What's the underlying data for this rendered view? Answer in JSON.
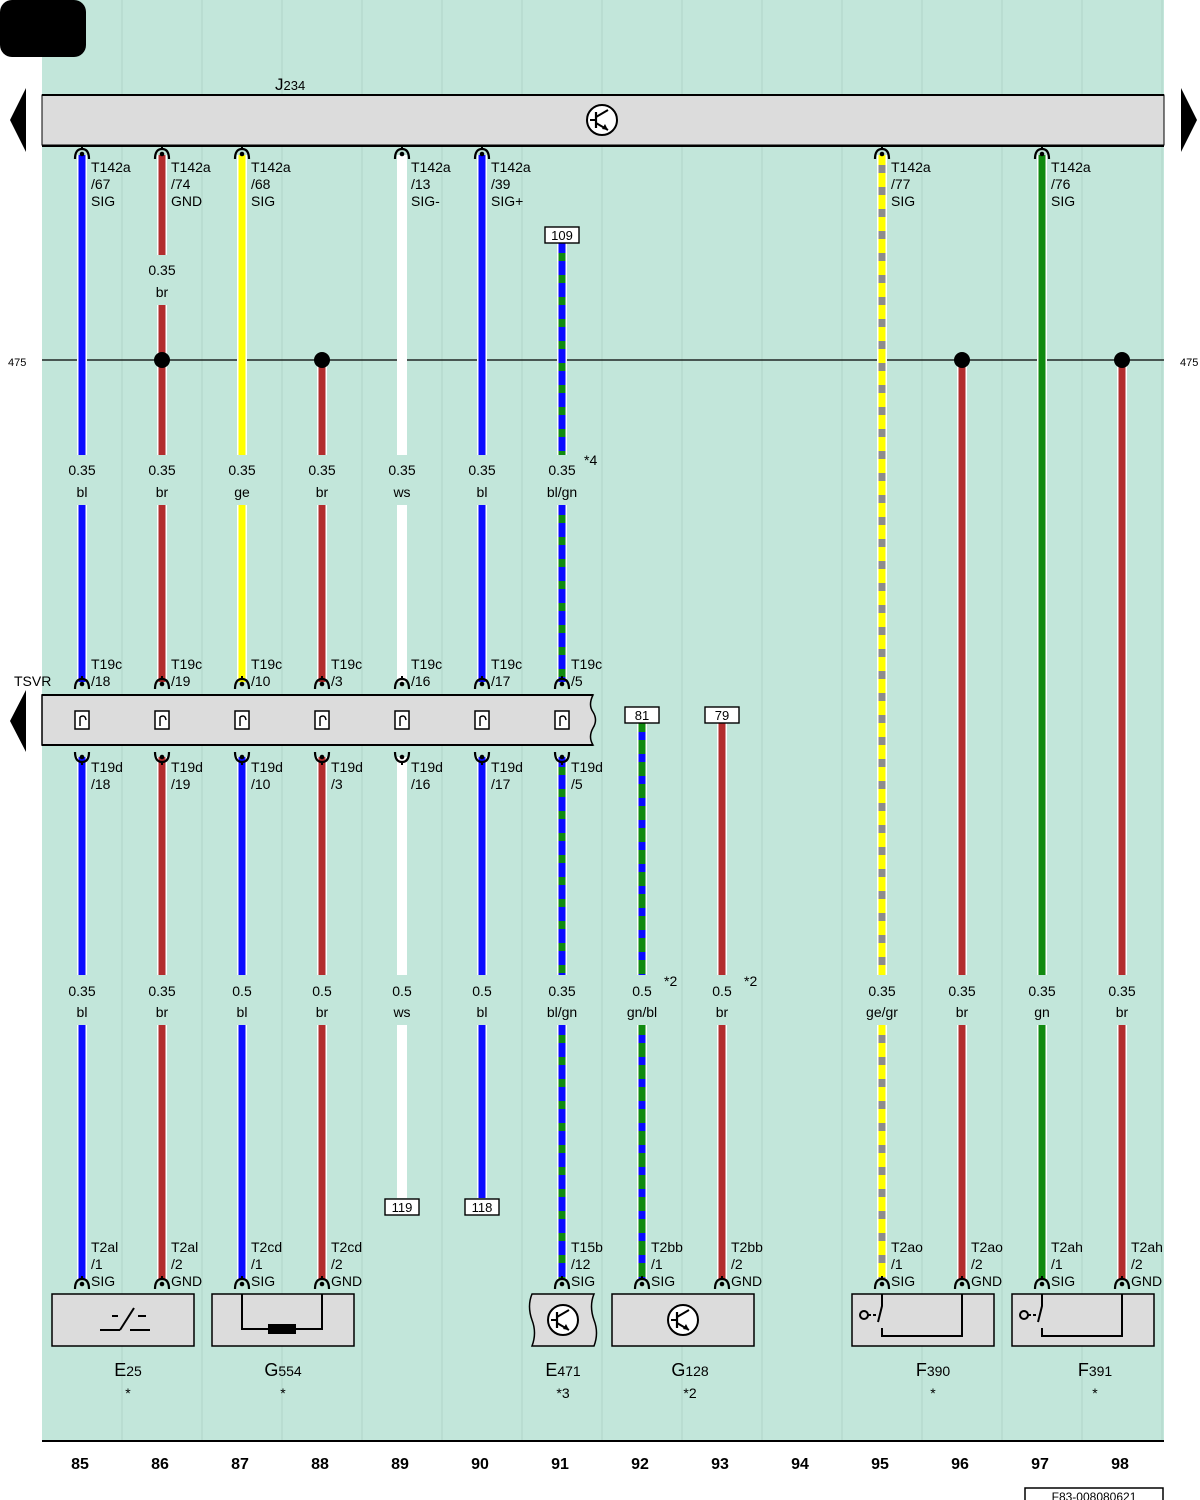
{
  "page_tag": "",
  "doc_number": "F83-008080621",
  "colors": {
    "background": "#c2e6da",
    "module_fill": "#dcdcdc",
    "bl": "#0b0bff",
    "br": "#b22d2d",
    "ge": "#ffff00",
    "ws": "#ffffff",
    "gn": "#0f8a0f",
    "gr": "#8c8c8c"
  },
  "modules": {
    "top": {
      "label_main": "J",
      "label_sub": "234",
      "icon": "transistor-icon"
    },
    "tsvr": {
      "label": "TSVR"
    }
  },
  "level_marker": {
    "left": "475",
    "right": "475"
  },
  "columns": [
    "85",
    "86",
    "87",
    "88",
    "89",
    "90",
    "91",
    "92",
    "93",
    "94",
    "95",
    "96",
    "97",
    "98"
  ],
  "refs": {
    "r109": "109",
    "r81": "81",
    "r79": "79",
    "r119": "119",
    "r118": "118"
  },
  "notes": {
    "n4": "*4",
    "n2a": "*2",
    "n2b": "*2"
  },
  "wires": [
    {
      "column": "85",
      "colors": [
        "bl"
      ],
      "top_pin": [
        "T142a",
        "/67",
        "SIG"
      ],
      "mid_spec": [
        "0.35",
        "bl"
      ],
      "tsvr_top": [
        "T19c",
        "/18"
      ],
      "tsvr_bot": [
        "T19d",
        "/18"
      ],
      "low_spec": [
        "0.35",
        "bl"
      ],
      "bottom_pin": [
        "T2al",
        "/1",
        "SIG"
      ]
    },
    {
      "column": "86",
      "colors": [
        "br"
      ],
      "top_pin": [
        "T142a",
        "/74",
        "GND"
      ],
      "upper_spec": [
        "0.35",
        "br"
      ],
      "mid_spec": [
        "0.35",
        "br"
      ],
      "tsvr_top": [
        "T19c",
        "/19"
      ],
      "tsvr_bot": [
        "T19d",
        "/19"
      ],
      "low_spec": [
        "0.35",
        "br"
      ],
      "bottom_pin": [
        "T2al",
        "/2",
        "GND"
      ]
    },
    {
      "column": "87",
      "colors": [
        "ge",
        "bl"
      ],
      "top_pin": [
        "T142a",
        "/68",
        "SIG"
      ],
      "mid_spec": [
        "0.35",
        "ge"
      ],
      "tsvr_top": [
        "T19c",
        "/10"
      ],
      "tsvr_bot": [
        "T19d",
        "/10"
      ],
      "low_spec": [
        "0.5",
        "bl"
      ],
      "bottom_pin": [
        "T2cd",
        "/1",
        "SIG"
      ]
    },
    {
      "column": "88",
      "colors": [
        "br"
      ],
      "mid_spec": [
        "0.35",
        "br"
      ],
      "tsvr_top": [
        "T19c",
        "/3"
      ],
      "tsvr_bot": [
        "T19d",
        "/3"
      ],
      "low_spec": [
        "0.5",
        "br"
      ],
      "bottom_pin": [
        "T2cd",
        "/2",
        "GND"
      ]
    },
    {
      "column": "89",
      "colors": [
        "ws"
      ],
      "top_pin": [
        "T142a",
        "/13",
        "SIG-"
      ],
      "mid_spec": [
        "0.35",
        "ws"
      ],
      "tsvr_top": [
        "T19c",
        "/16"
      ],
      "tsvr_bot": [
        "T19d",
        "/16"
      ],
      "low_spec": [
        "0.5",
        "ws"
      ]
    },
    {
      "column": "90",
      "colors": [
        "bl"
      ],
      "top_pin": [
        "T142a",
        "/39",
        "SIG+"
      ],
      "mid_spec": [
        "0.35",
        "bl"
      ],
      "tsvr_top": [
        "T19c",
        "/17"
      ],
      "tsvr_bot": [
        "T19d",
        "/17"
      ],
      "low_spec": [
        "0.5",
        "bl"
      ]
    },
    {
      "column": "91",
      "colors": [
        "bl",
        "gn"
      ],
      "mid_spec": [
        "0.35",
        "bl/gn"
      ],
      "tsvr_top": [
        "T19c",
        "/5"
      ],
      "tsvr_bot": [
        "T19d",
        "/5"
      ],
      "low_spec": [
        "0.35",
        "bl/gn"
      ],
      "bottom_pin": [
        "T15b",
        "/12",
        "SIG"
      ]
    },
    {
      "column": "92",
      "colors": [
        "gn",
        "bl"
      ],
      "low_spec": [
        "0.5",
        "gn/bl"
      ],
      "bottom_pin": [
        "T2bb",
        "/1",
        "SIG"
      ]
    },
    {
      "column": "93",
      "colors": [
        "br"
      ],
      "low_spec": [
        "0.5",
        "br"
      ],
      "bottom_pin": [
        "T2bb",
        "/2",
        "GND"
      ]
    },
    {
      "column": "95",
      "colors": [
        "ge",
        "gr"
      ],
      "top_pin": [
        "T142a",
        "/77",
        "SIG"
      ],
      "low_spec": [
        "0.35",
        "ge/gr"
      ],
      "bottom_pin": [
        "T2ao",
        "/1",
        "SIG"
      ]
    },
    {
      "column": "96",
      "colors": [
        "br"
      ],
      "low_spec": [
        "0.35",
        "br"
      ],
      "bottom_pin": [
        "T2ao",
        "/2",
        "GND"
      ]
    },
    {
      "column": "97",
      "colors": [
        "gn"
      ],
      "top_pin": [
        "T142a",
        "/76",
        "SIG"
      ],
      "low_spec": [
        "0.35",
        "gn"
      ],
      "bottom_pin": [
        "T2ah",
        "/1",
        "SIG"
      ]
    },
    {
      "column": "98",
      "colors": [
        "br"
      ],
      "low_spec": [
        "0.35",
        "br"
      ],
      "bottom_pin": [
        "T2ah",
        "/2",
        "GND"
      ]
    }
  ],
  "components": [
    {
      "main": "E",
      "sub": "25",
      "note": "*",
      "icon": "switch-icon"
    },
    {
      "main": "G",
      "sub": "554",
      "note": "*",
      "icon": "resistor-sensor-icon"
    },
    {
      "main": "E",
      "sub": "471",
      "note": "*3",
      "icon": "transistor-icon"
    },
    {
      "main": "G",
      "sub": "128",
      "note": "*2",
      "icon": "transistor-icon"
    },
    {
      "main": "F",
      "sub": "390",
      "note": "*",
      "icon": "pressure-switch-icon"
    },
    {
      "main": "F",
      "sub": "391",
      "note": "*",
      "icon": "pressure-switch-icon"
    }
  ]
}
